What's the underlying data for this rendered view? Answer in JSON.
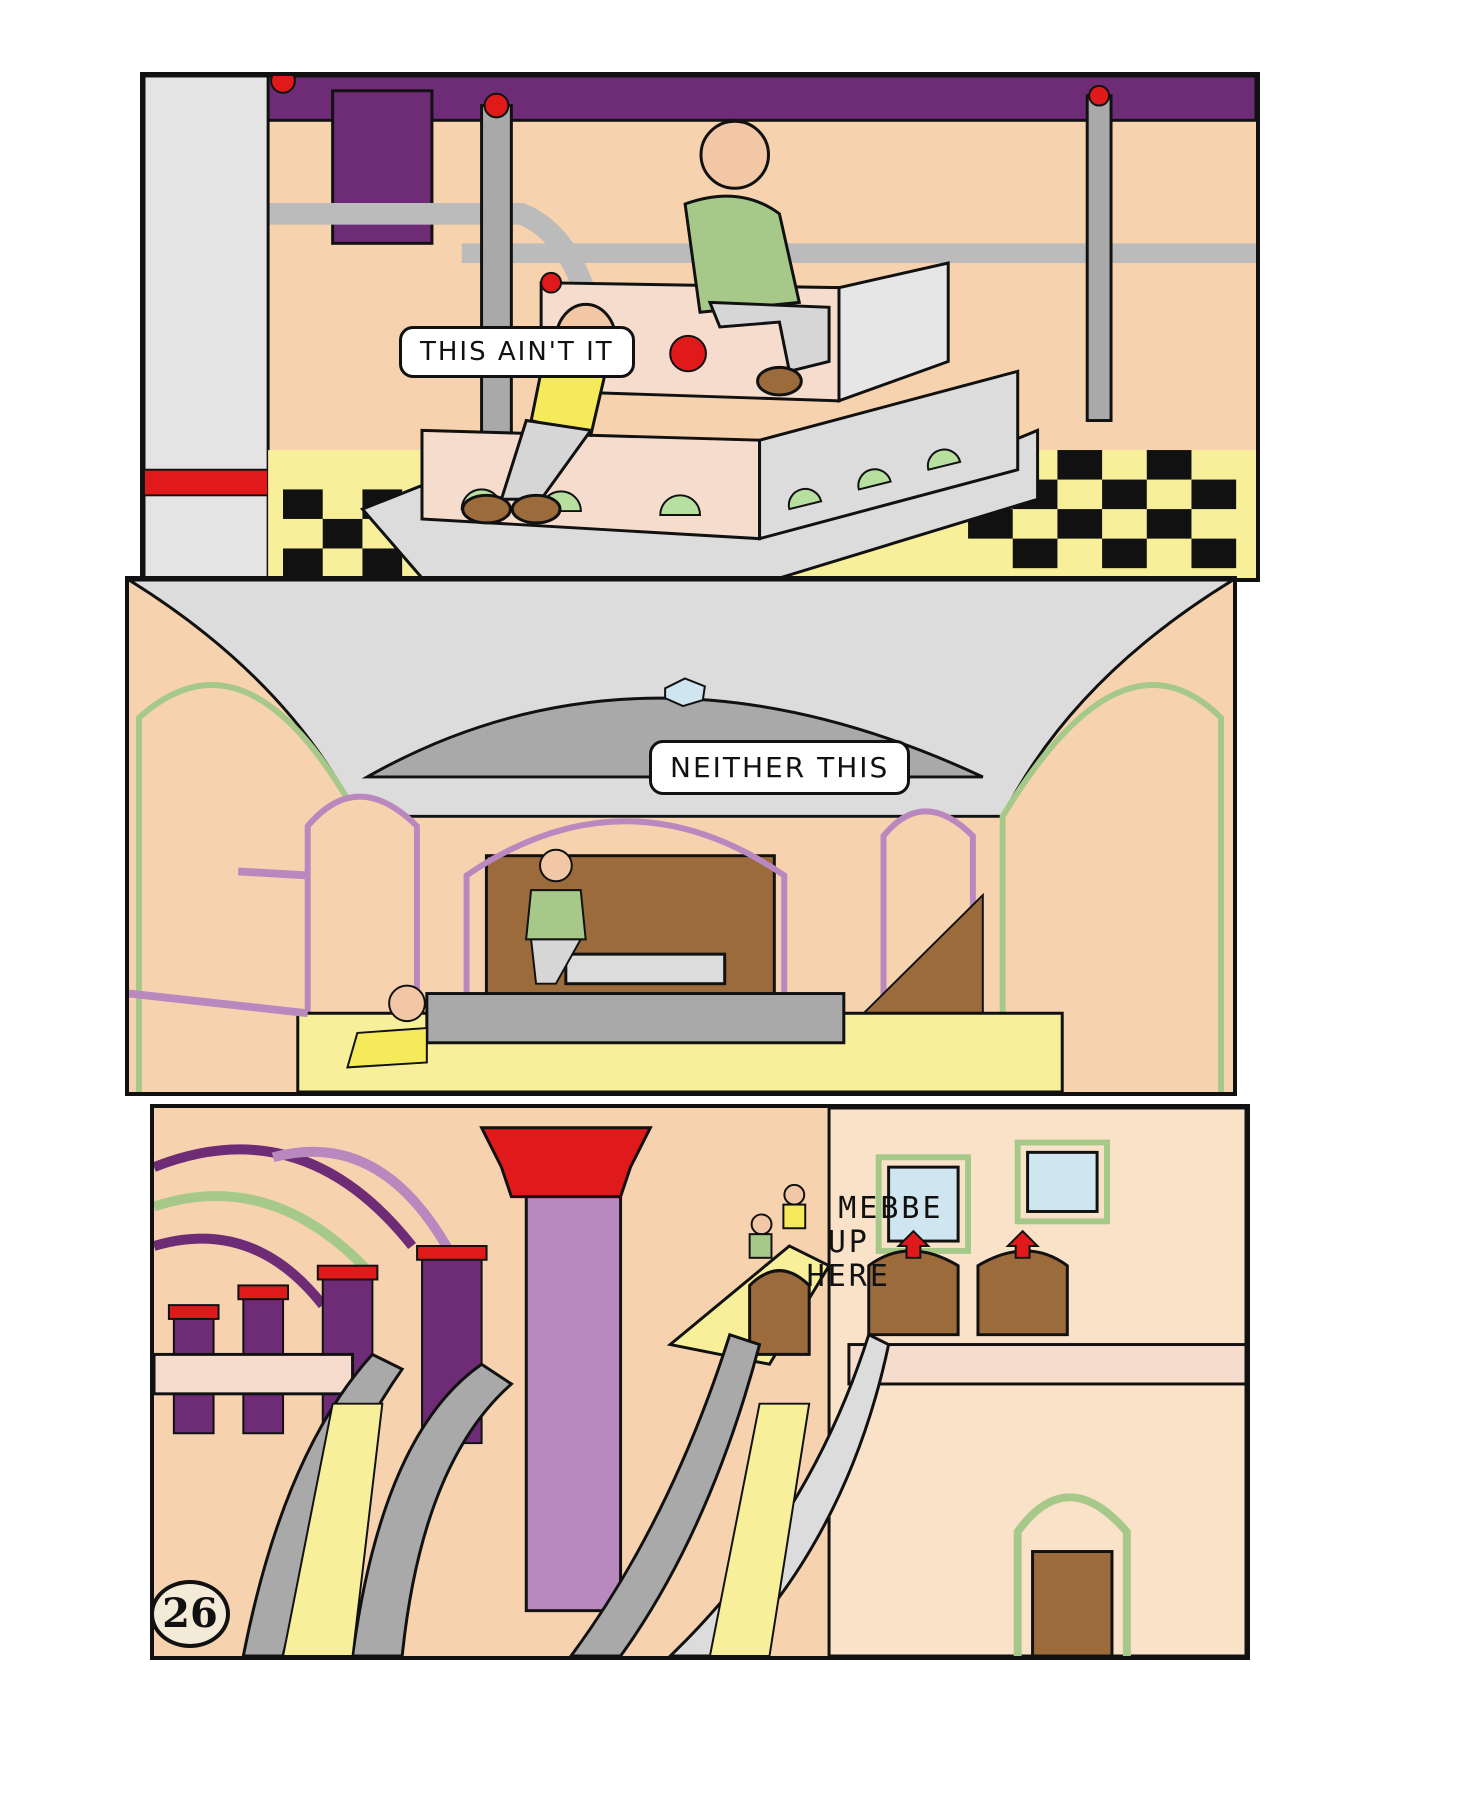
{
  "page": {
    "number": "26"
  },
  "panels": [
    {
      "speech": "THIS AIN'T IT"
    },
    {
      "speech": "NEITHER THIS"
    },
    {
      "speech": "MEBBE\nUP\nHERE"
    }
  ],
  "colors": {
    "outline": "#111111",
    "wall": "#f6d3ae",
    "purple": "#6e2c77",
    "lavender": "#b888bf",
    "red": "#e01a1a",
    "gray": "#a9a9a9",
    "light_gray": "#dcdcdc",
    "yellow": "#f4ea5a",
    "pale_yellow": "#f7ef9a",
    "green": "#a6c98a",
    "brown": "#9b6b3c",
    "window_blue": "#cfe6f0"
  }
}
